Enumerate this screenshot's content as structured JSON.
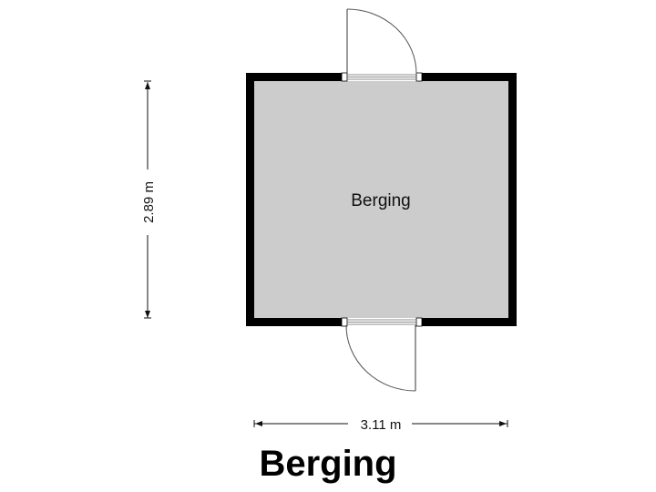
{
  "plan": {
    "title": "Berging",
    "room": {
      "label": "Berging",
      "fill": "#cccccc"
    },
    "wall_color": "#000000",
    "doors": [
      {
        "id": "top",
        "position": "top wall",
        "swing": "outward-up"
      },
      {
        "id": "bottom",
        "position": "bottom wall",
        "swing": "outward-down"
      }
    ],
    "dimensions": {
      "height": "2.89 m",
      "width": "3.11 m"
    }
  }
}
